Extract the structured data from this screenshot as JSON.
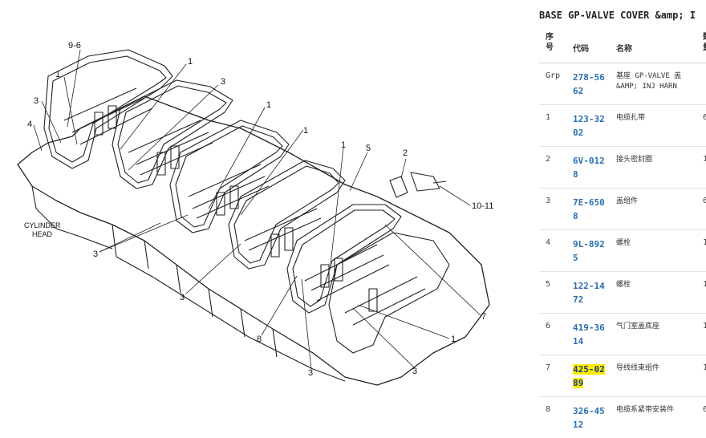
{
  "panel": {
    "title": "BASE GP-VALVE COVER &amp; I",
    "headers": {
      "seq": "序号",
      "code": "代码",
      "name": "名称",
      "qty": "数量"
    }
  },
  "rows": [
    {
      "seq": "Grp",
      "code": "278-5662",
      "name": "基座 GP-VALVE 盖 &AMP; INJ HARN",
      "qty": ""
    },
    {
      "seq": "1",
      "code": "123-3202",
      "name": "电缆扎带",
      "qty": "6"
    },
    {
      "seq": "2",
      "code": "6V-0128",
      "name": "接头密封圈",
      "qty": "1"
    },
    {
      "seq": "3",
      "code": "7E-6508",
      "name": "盖组件",
      "qty": "6"
    },
    {
      "seq": "4",
      "code": "9L-8925",
      "name": "螺栓",
      "qty": "1"
    },
    {
      "seq": "5",
      "code": "122-1472",
      "name": "螺栓",
      "qty": "1"
    },
    {
      "seq": "6",
      "code": "419-3614",
      "name": "气门室盖底座",
      "qty": "1"
    },
    {
      "seq": "7",
      "code": "425-0289",
      "name": "导线线束组件",
      "qty": "1",
      "highlight": true
    },
    {
      "seq": "8",
      "code": "326-4512",
      "name": "电缆系紧带安装件",
      "qty": "6"
    }
  ],
  "diagram": {
    "callouts": [
      "9-6",
      "1",
      "1",
      "3",
      "3",
      "4",
      "1",
      "1",
      "3",
      "2",
      "5",
      "1",
      "10-11",
      "3",
      "3",
      "7",
      "8",
      "1",
      "3",
      "3"
    ],
    "cylinder_head": [
      "CYLINDER",
      "HEAD"
    ]
  },
  "colors": {
    "link": "#2a6eb0",
    "highlight": "#ffee00"
  }
}
